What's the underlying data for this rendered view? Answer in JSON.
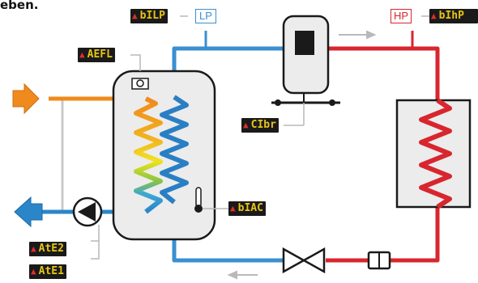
{
  "caption": "eben.",
  "labels": {
    "suction_pressure": "bILP",
    "discharge_pressure": "bIhP",
    "heat_exchanger_temp": "AEFL",
    "compressor": "CIbr",
    "tank_temp": "bIAC",
    "pump_temp_2": "AtE2",
    "pump_temp_1": "AtE1"
  },
  "tags": {
    "low_pressure": "LP",
    "high_pressure": "HP"
  },
  "colors": {
    "suction_line": "#3a8fd1",
    "discharge_line": "#d8262e",
    "hot_water": "#f08a1c",
    "cold_water": "#2a86c9",
    "label_bg": "#1a1a1a",
    "label_text": "#e7c417",
    "warning_icon": "#e02d2d"
  },
  "icons": {
    "warning": "warning-triangle-icon",
    "pump": "pump-icon",
    "expansion_valve": "expansion-valve-icon",
    "filter_drier": "filter-drier-icon",
    "thermometer": "thermometer-icon",
    "compressor": "compressor-icon",
    "flow_in": "inlet-arrow-icon",
    "flow_out": "outlet-arrow-icon"
  }
}
